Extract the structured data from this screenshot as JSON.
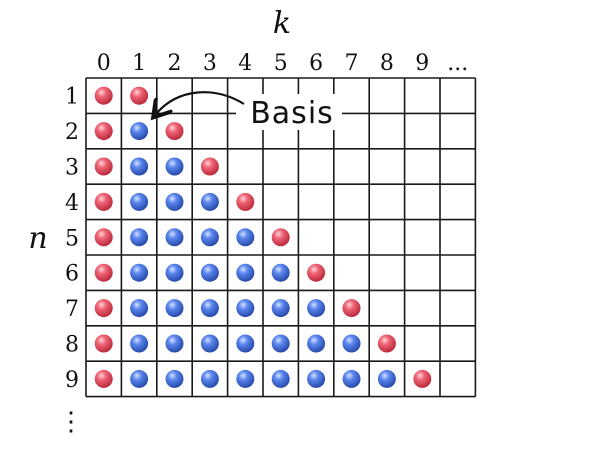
{
  "axes": {
    "k_symbol": "k",
    "n_symbol": "n",
    "column_labels": [
      "0",
      "1",
      "2",
      "3",
      "4",
      "5",
      "6",
      "7",
      "8",
      "9",
      "..."
    ],
    "row_labels": [
      "1",
      "2",
      "3",
      "4",
      "5",
      "6",
      "7",
      "8",
      "9"
    ],
    "row_ellipsis": "⋮"
  },
  "annotation": {
    "label": "Basis",
    "target_row": 2,
    "target_col": 1
  },
  "grid": {
    "rows": 9,
    "columns": 11,
    "extra_row_below": false
  },
  "balls": {
    "rule": "row n has balls in columns 0..n; column 0 and column n are red (boundary), the rest blue",
    "counts_per_row": [
      2,
      3,
      4,
      5,
      6,
      7,
      8,
      9,
      10
    ]
  },
  "colors": {
    "red_ball": "#e24a5c",
    "blue_ball": "#3f6fe0",
    "grid_line": "#1a1a1a",
    "text": "#111111"
  }
}
